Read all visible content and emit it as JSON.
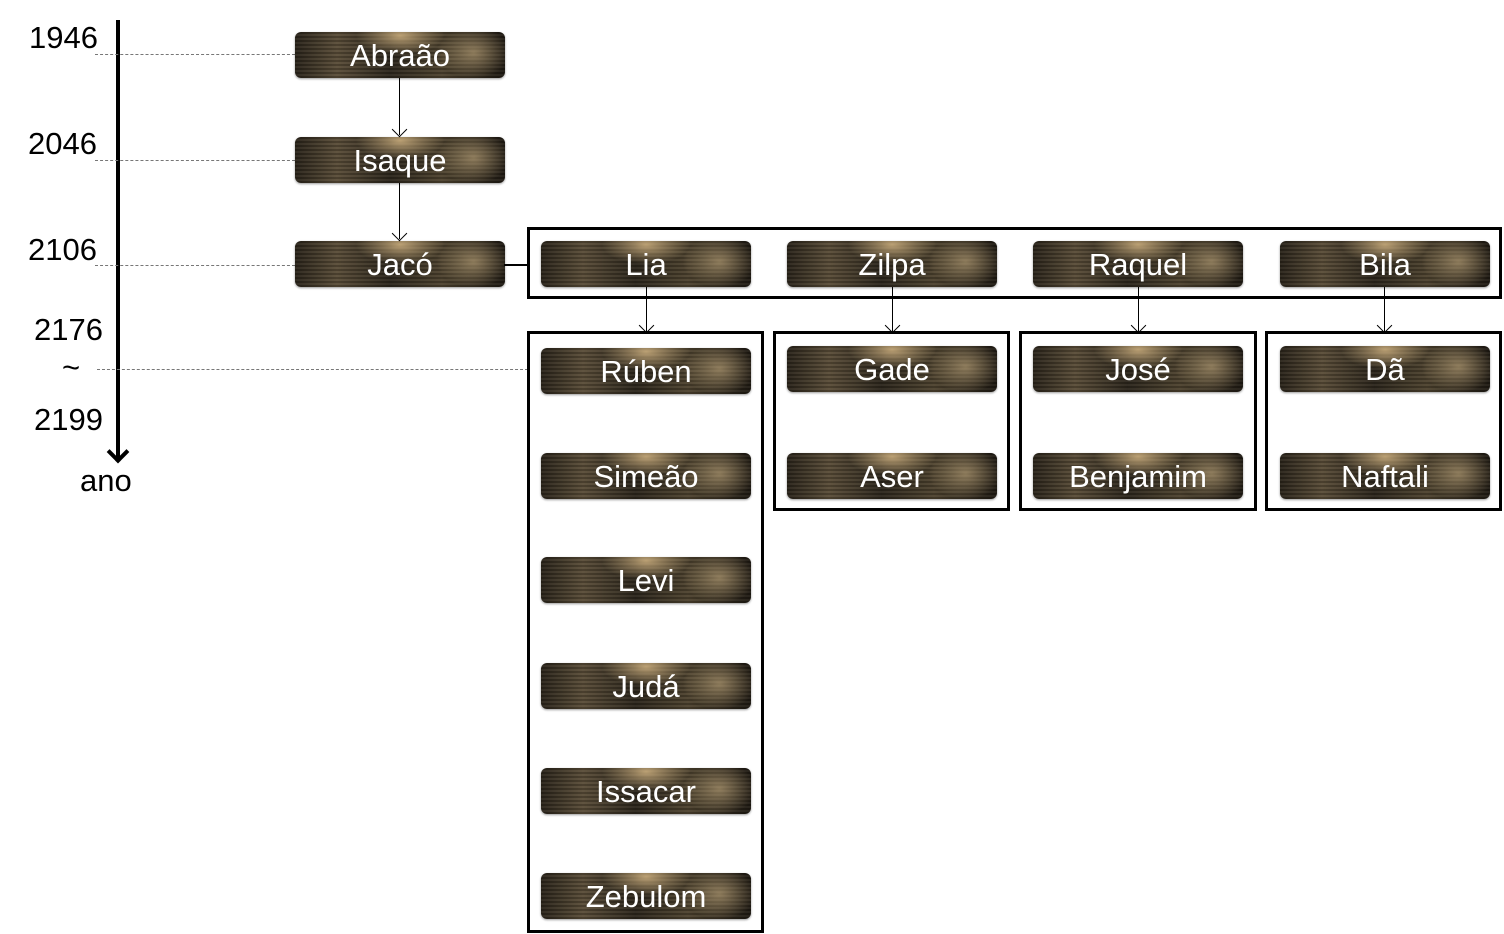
{
  "timeline": {
    "axis_label": "ano",
    "years": [
      "1946",
      "2046",
      "2106",
      "2176",
      "~",
      "2199"
    ]
  },
  "patriarchs": [
    "Abraão",
    "Isaque",
    "Jacó"
  ],
  "wives": [
    "Lia",
    "Zilpa",
    "Raquel",
    "Bila"
  ],
  "sons": {
    "lia": [
      "Rúben",
      "Simeão",
      "Levi",
      "Judá",
      "Issacar",
      "Zebulom"
    ],
    "zilpa": [
      "Gade",
      "Aser"
    ],
    "raquel": [
      "José",
      "Benjamim"
    ],
    "bila": [
      "Dã",
      "Naftali"
    ]
  }
}
